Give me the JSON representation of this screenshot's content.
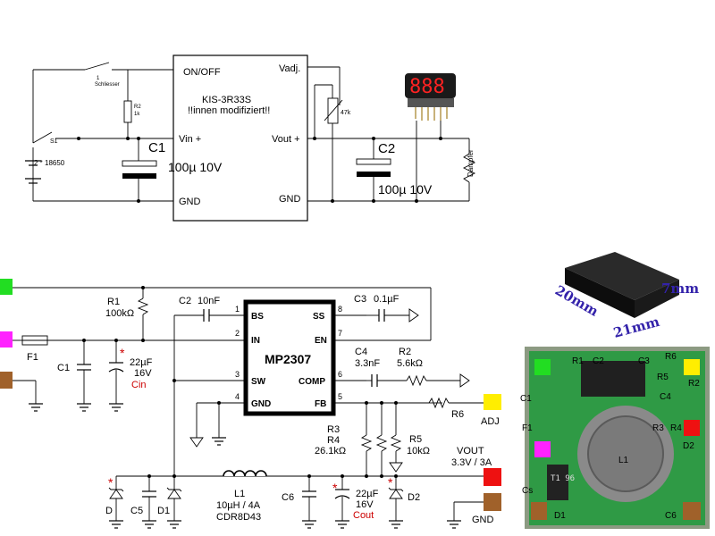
{
  "top": {
    "switch1_label": "1",
    "switch1_name": "Schliesser",
    "r2_name": "R2",
    "r2_value": "1k",
    "s1_label": "S1",
    "battery_label": "2 * 18650",
    "c1_name": "C1",
    "c1_value": "100µ 10V",
    "module": {
      "onoff": "ON/OFF",
      "vadj": "Vadj.",
      "name": "KIS-3R33S",
      "note": "!!innen modifiziert!!",
      "vin": "Vin +",
      "vout": "Vout +",
      "gnd_left": "GND",
      "gnd_right": "GND"
    },
    "pot_value": "47k",
    "display_digits": "888",
    "c2_name": "C2",
    "c2_value": "100µ 10V",
    "load_label": "Dampfer"
  },
  "module_photo": {
    "dim_width": "20mm",
    "dim_length": "21mm",
    "dim_height": "7mm"
  },
  "bottom": {
    "r1_name": "R1",
    "r1_value": "100kΩ",
    "c2_name": "C2",
    "c2_value": "10nF",
    "c3_name": "C3",
    "c3_value": "0.1µF",
    "ic": {
      "name": "MP2307",
      "pins": [
        {
          "num": "1",
          "label": "BS"
        },
        {
          "num": "2",
          "label": "IN"
        },
        {
          "num": "3",
          "label": "SW"
        },
        {
          "num": "4",
          "label": "GND"
        },
        {
          "num": "8",
          "label": "SS"
        },
        {
          "num": "7",
          "label": "EN"
        },
        {
          "num": "6",
          "label": "COMP"
        },
        {
          "num": "5",
          "label": "FB"
        }
      ]
    },
    "c4_name": "C4",
    "c4_value": "3.3nF",
    "r2_name": "R2",
    "r2_value": "5.6kΩ",
    "f1_name": "F1",
    "c1_name": "C1",
    "cin_value": "22µF",
    "cin_voltage": "16V",
    "cin_name": "Cin",
    "r6_name": "R6",
    "adj_label": "ADJ",
    "r3_name": "R3",
    "r4_name": "R4",
    "r34_value": "26.1kΩ",
    "r5_name": "R5",
    "r5_value": "10kΩ",
    "vout_label": "VOUT",
    "vout_value": "3.3V / 3A",
    "d_name": "D",
    "c5_name": "C5",
    "d1_name": "D1",
    "l1_name": "L1",
    "l1_value": "10µH / 4A",
    "l1_part": "CDR8D43",
    "c6_name": "C6",
    "cout_value": "22µF",
    "cout_voltage": "16V",
    "cout_name": "Cout",
    "d2_name": "D2",
    "gnd_label": "GND",
    "star": "*"
  },
  "pcb": {
    "labels": {
      "r1": "R1",
      "c2": "C2",
      "c3": "C3",
      "r6": "R6",
      "c1": "C1",
      "r5": "R5",
      "r2": "R2",
      "c4": "C4",
      "f1": "F1",
      "r3": "R3",
      "r4": "R4",
      "d2": "D2",
      "l1": "L1",
      "cs": "Cs",
      "d1": "D1",
      "c6": "C6",
      "chip_mark": "T1 96"
    }
  },
  "colors": {
    "green_pad": "#22dd22",
    "magenta_pad": "#ff22ff",
    "brown_pad": "#a0612a",
    "yellow_pad": "#ffee00",
    "red_pad": "#ee1111",
    "star_red": "#cc0000",
    "dimension_blue": "#3322aa"
  }
}
